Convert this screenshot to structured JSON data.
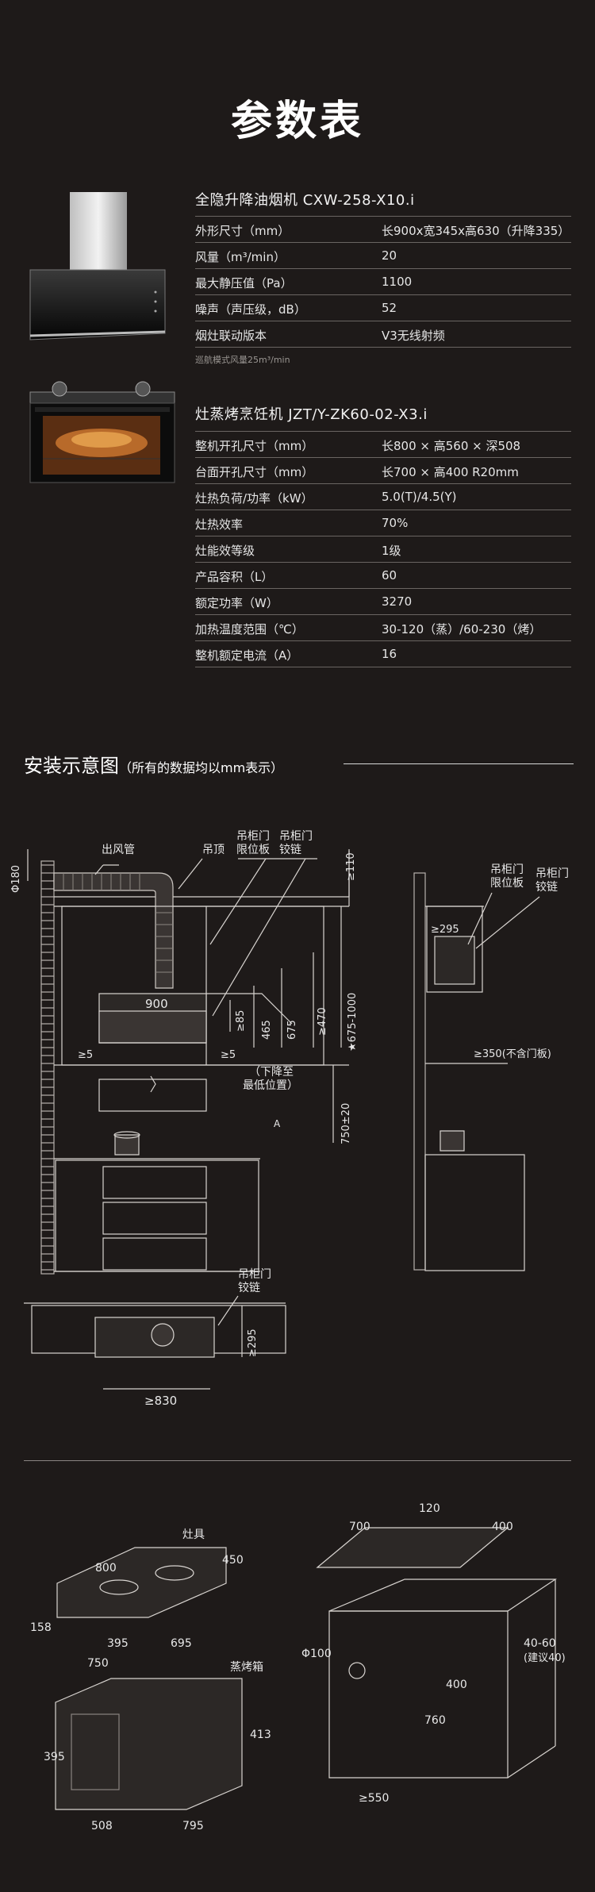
{
  "page_title": "参数表",
  "hood": {
    "title": "全隐升降油烟机 CXW-258-X10.i",
    "specs": [
      {
        "k": "外形尺寸（mm）",
        "v": "长900x宽345x高630（升降335）"
      },
      {
        "k": "风量（m³/min）",
        "v": "20"
      },
      {
        "k": "最大静压值（Pa）",
        "v": "1100"
      },
      {
        "k": "噪声（声压级，dB）",
        "v": "52"
      },
      {
        "k": "烟灶联动版本",
        "v": "V3无线射频"
      }
    ],
    "note": "巡航模式风量25m³/min"
  },
  "stove": {
    "title": "灶蒸烤烹饪机 JZT/Y-ZK60-02-X3.i",
    "specs": [
      {
        "k": "整机开孔尺寸（mm）",
        "v": "长800 × 高560 × 深508"
      },
      {
        "k": "台面开孔尺寸（mm）",
        "v": "长700 × 高400 R20mm"
      },
      {
        "k": "灶热负荷/功率（kW）",
        "v": "5.0(T)/4.5(Y)"
      },
      {
        "k": "灶热效率",
        "v": "70%"
      },
      {
        "k": "灶能效等级",
        "v": "1级"
      },
      {
        "k": "产品容积（L）",
        "v": "60"
      },
      {
        "k": "额定功率（W）",
        "v": "3270"
      },
      {
        "k": "加热温度范围（℃）",
        "v": "30-120（蒸）/60-230（烤）"
      },
      {
        "k": "整机额定电流（A）",
        "v": "16"
      }
    ]
  },
  "install": {
    "title": "安装示意图",
    "subtitle": "（所有的数据均以mm表示）",
    "labels": {
      "phi180": "Φ180",
      "duct": "出风管",
      "ceiling": "吊顶",
      "limit_board_a": "吊柜门",
      "limit_board_b": "限位板",
      "hinge_a": "吊柜门",
      "hinge_b": "铰链",
      "d110": "≥110",
      "d900": "900",
      "d85": "≥85",
      "d465": "465",
      "d675": "675",
      "d470": "≥470",
      "d675_1000": "★675-1000",
      "d5_left": "≥5",
      "d5_right": "≥5",
      "lower_a": "（下降至",
      "lower_b": "最低位置）",
      "d750": "750±20",
      "side_limit_a": "吊柜门",
      "side_limit_b": "限位板",
      "side_hinge_a": "吊柜门",
      "side_hinge_b": "铰链",
      "d295": "≥295",
      "d350": "≥350(不含门板)",
      "top_hinge_a": "吊柜门",
      "top_hinge_b": "铰链",
      "d295_top": "≥295",
      "d830": "≥830"
    }
  },
  "bottom": {
    "stove_label": "灶具",
    "stove_800": "800",
    "stove_450": "450",
    "stove_158": "158",
    "stove_395": "395",
    "stove_695": "695",
    "cut_120": "120",
    "cut_700": "700",
    "cut_400": "400",
    "oven_label": "蒸烤箱",
    "oven_750": "750",
    "oven_395": "395",
    "oven_413": "413",
    "oven_508": "508",
    "oven_795": "795",
    "cab_phi100": "Φ100",
    "cab_40_60": "40-60",
    "cab_suggest": "(建议40)",
    "cab_400": "400",
    "cab_760": "760",
    "cab_550": "≥550"
  }
}
